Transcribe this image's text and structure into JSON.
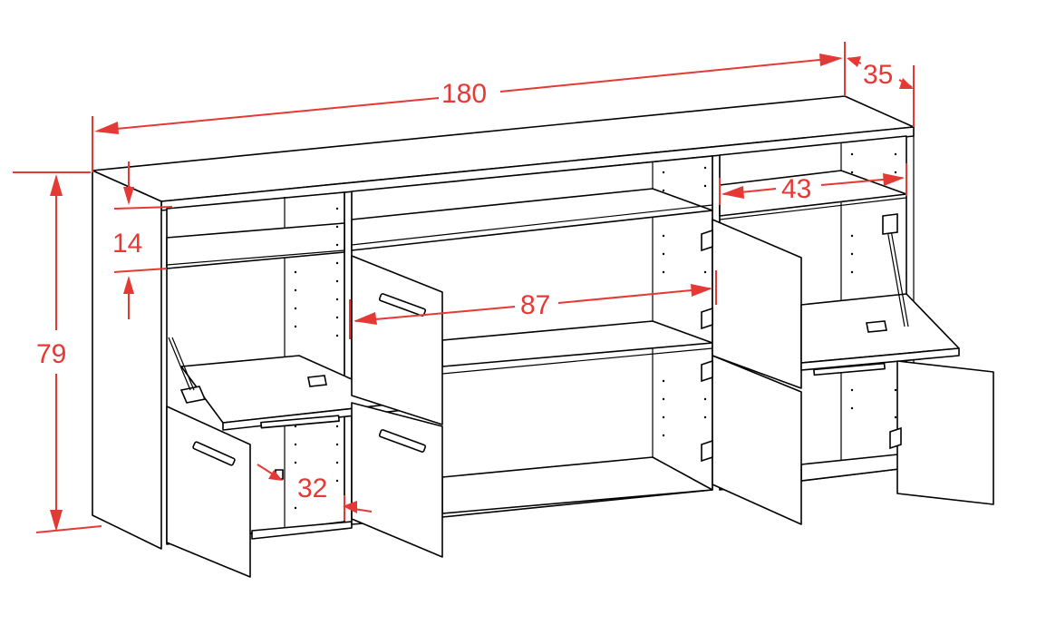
{
  "dimensions": {
    "width": "180",
    "depth": "35",
    "height": "79",
    "compartment_height": "14",
    "middle_inner_width": "87",
    "right_inner_width": "43",
    "side_clearance": "32"
  },
  "colors": {
    "dimension": "#e53935",
    "line": "#000000",
    "background": "#ffffff"
  }
}
